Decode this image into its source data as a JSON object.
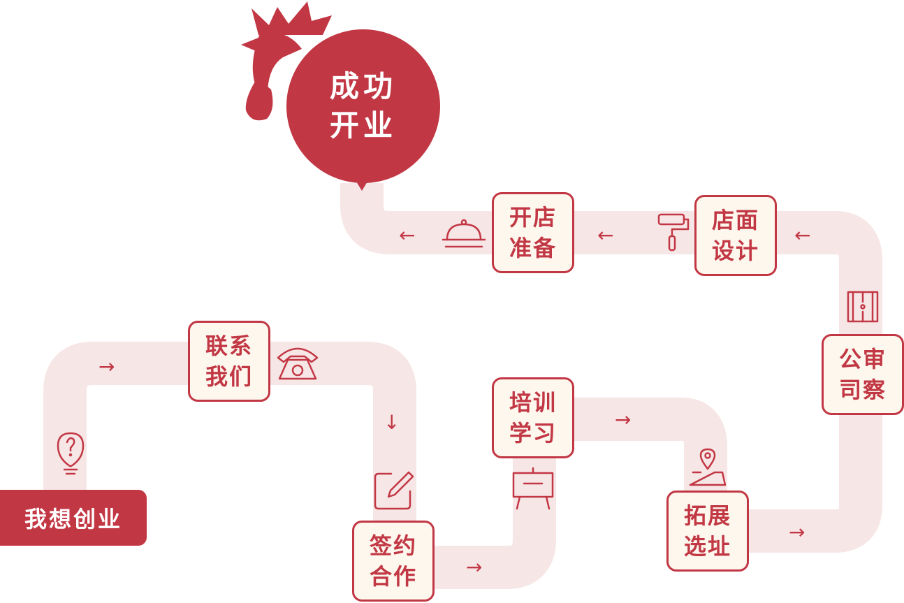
{
  "colors": {
    "accent": "#c23744",
    "path": "#f7e6e6",
    "box_fill": "#fdf7ee"
  },
  "start_label": "我想创业",
  "goal": {
    "line1": "成功",
    "line2": "开业"
  },
  "steps": [
    {
      "line1": "联系",
      "line2": "我们",
      "icon": "telephone-icon"
    },
    {
      "line1": "签约",
      "line2": "合作",
      "icon": "pen-edit-icon"
    },
    {
      "line1": "培训",
      "line2": "学习",
      "icon": "presentation-board-icon"
    },
    {
      "line1": "拓展",
      "line2": "选址",
      "icon": "map-pin-icon"
    },
    {
      "line1": "公审",
      "line2": "司察",
      "icon": "blueprint-icon"
    },
    {
      "line1": "店面",
      "line2": "设计",
      "icon": "paint-roller-icon"
    },
    {
      "line1": "开店",
      "line2": "准备",
      "icon": "service-bell-icon"
    }
  ],
  "arrows": {
    "right": "→",
    "left": "←",
    "down": "↓"
  }
}
